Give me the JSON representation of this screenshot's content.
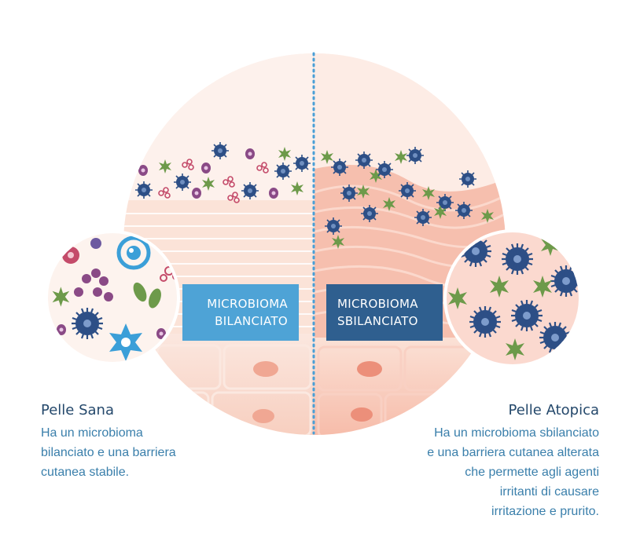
{
  "labels": {
    "balanced": [
      "MICROBIOMA",
      "BILANCIATO"
    ],
    "unbalanced": [
      "MICROBIOMA",
      "SBILANCIATO"
    ]
  },
  "healthy": {
    "title": "Pelle Sana",
    "desc": [
      "Ha un microbioma",
      "bilanciato e una barriera",
      "cutanea stabile."
    ]
  },
  "atopic": {
    "title": "Pelle Atopica",
    "desc": [
      "Ha un microbioma sbilanciato",
      "e una barriera cutanea alterata",
      "che permette agli agenti",
      "irritanti di causare",
      "irritazione e prurito."
    ]
  },
  "colors": {
    "balanced_label": "#4ea3d6",
    "unbalanced_label": "#2f5f8f",
    "title_text": "#24486b",
    "body_text": "#3a7fab",
    "divider": "#4a9fd6"
  }
}
